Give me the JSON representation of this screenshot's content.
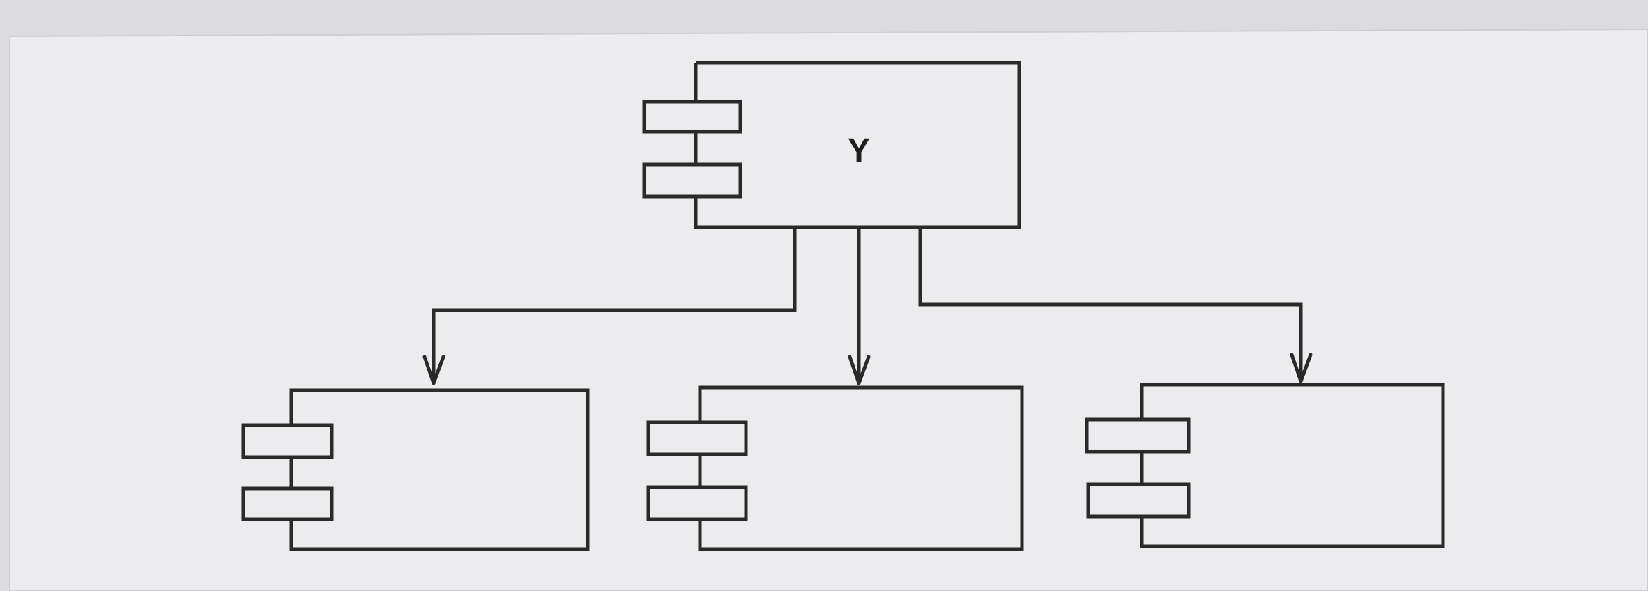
{
  "colors": {
    "background": "#dcdcde",
    "page": "#ececee",
    "line": "#2a2a2a"
  },
  "diagram": {
    "kind": "UML component diagram",
    "parent": {
      "label": "Y"
    },
    "children": [
      {
        "label": ""
      },
      {
        "label": ""
      },
      {
        "label": ""
      }
    ],
    "connections": [
      {
        "from": "Y",
        "to": "child-1"
      },
      {
        "from": "Y",
        "to": "child-2"
      },
      {
        "from": "Y",
        "to": "child-3"
      }
    ]
  }
}
